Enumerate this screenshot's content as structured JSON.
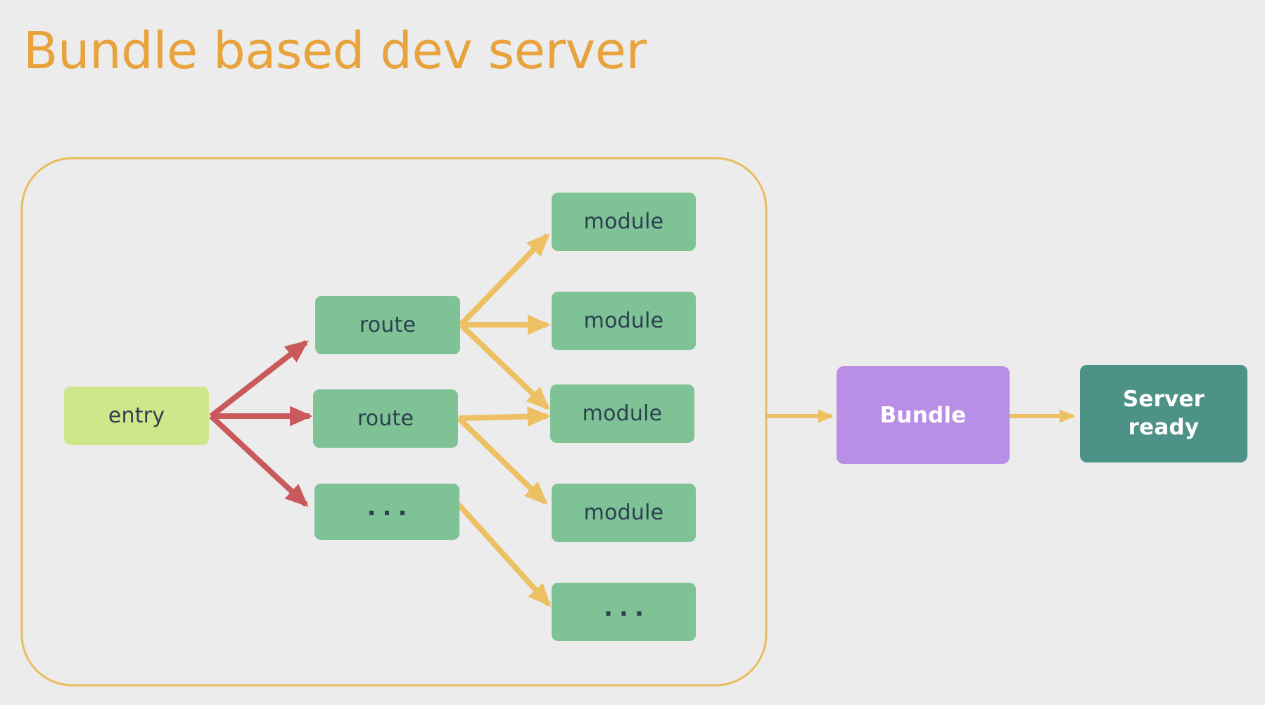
{
  "title": "Bundle based dev server",
  "colors": {
    "background": "#ececec",
    "title": "#e8a33d",
    "container_border": "#e8bd5d",
    "entry_fill": "#cfe68a",
    "node_fill": "#7fc296",
    "node_text": "#2d4050",
    "bundle_fill": "#b98ee6",
    "server_fill": "#4d9287",
    "arrow_red": "#c9595b",
    "arrow_amber": "#edc163",
    "white_text": "#ffffff"
  },
  "diagram": {
    "type": "flow-diagram",
    "container_label": "",
    "nodes": [
      {
        "id": "entry",
        "label": "entry",
        "kind": "entry"
      },
      {
        "id": "route1",
        "label": "route",
        "kind": "route"
      },
      {
        "id": "route2",
        "label": "route",
        "kind": "route"
      },
      {
        "id": "route3",
        "label": "...",
        "kind": "route-ellipsis"
      },
      {
        "id": "module1",
        "label": "module",
        "kind": "module"
      },
      {
        "id": "module2",
        "label": "module",
        "kind": "module"
      },
      {
        "id": "module3",
        "label": "module",
        "kind": "module"
      },
      {
        "id": "module4",
        "label": "module",
        "kind": "module"
      },
      {
        "id": "module5",
        "label": "...",
        "kind": "module-ellipsis"
      },
      {
        "id": "bundle",
        "label": "Bundle",
        "kind": "bundle"
      },
      {
        "id": "server",
        "label_line1": "Server",
        "label_line2": "ready",
        "kind": "terminal"
      }
    ],
    "edges": [
      {
        "from": "entry",
        "to": "route1",
        "color": "red"
      },
      {
        "from": "entry",
        "to": "route2",
        "color": "red"
      },
      {
        "from": "entry",
        "to": "route3",
        "color": "red"
      },
      {
        "from": "route1",
        "to": "module1",
        "color": "amber"
      },
      {
        "from": "route1",
        "to": "module2",
        "color": "amber"
      },
      {
        "from": "route1",
        "to": "module3",
        "color": "amber"
      },
      {
        "from": "route2",
        "to": "module3",
        "color": "amber"
      },
      {
        "from": "route2",
        "to": "module4",
        "color": "amber"
      },
      {
        "from": "route3",
        "to": "module5",
        "color": "amber"
      },
      {
        "from": "container",
        "to": "bundle",
        "color": "amber"
      },
      {
        "from": "bundle",
        "to": "server",
        "color": "amber"
      }
    ]
  }
}
